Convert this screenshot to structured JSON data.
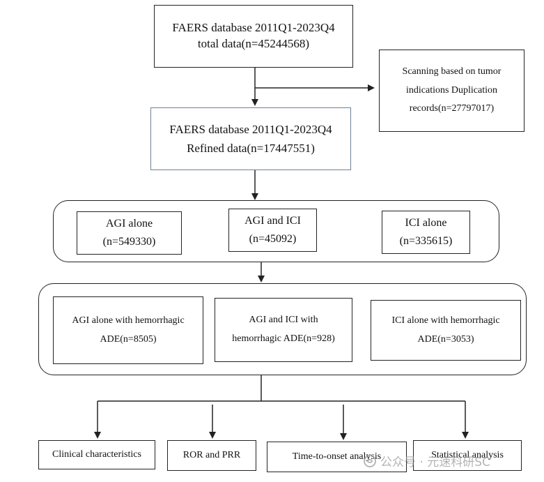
{
  "top_box": {
    "line1": "FAERS database 2011Q1-2023Q4",
    "line2": "total data(n=45244568)"
  },
  "side_box": {
    "line1": "Scanning based on tumor",
    "line2": "indications Duplication",
    "line3": "records(n=27797017)"
  },
  "refined_box": {
    "line1": "FAERS database 2011Q1-2023Q4",
    "line2": "Refined data(n=17447551)"
  },
  "groups": [
    {
      "line1": "AGI alone",
      "line2": "(n=549330)"
    },
    {
      "line1": "AGI and ICI",
      "line2": "(n=45092)"
    },
    {
      "line1": "ICI alone",
      "line2": "(n=335615)"
    }
  ],
  "hemorrhagic": [
    {
      "line1": "AGI alone with hemorrhagic",
      "line2": "ADE(n=8505)"
    },
    {
      "line1": "AGI and ICI with",
      "line2": "hemorrhagic ADE(n=928)"
    },
    {
      "line1": "ICI alone with hemorrhagic",
      "line2": "ADE(n=3053)"
    }
  ],
  "analyses": [
    "Clinical characteristics",
    "ROR and PRR",
    "Time-to-onset analysis",
    "Statistical analysis"
  ],
  "watermark": {
    "text": "公众号 · 元速科研SC",
    "icon": "wechat-icon"
  },
  "colors": {
    "stroke": "#222222",
    "refined_border": "#6d8197"
  }
}
